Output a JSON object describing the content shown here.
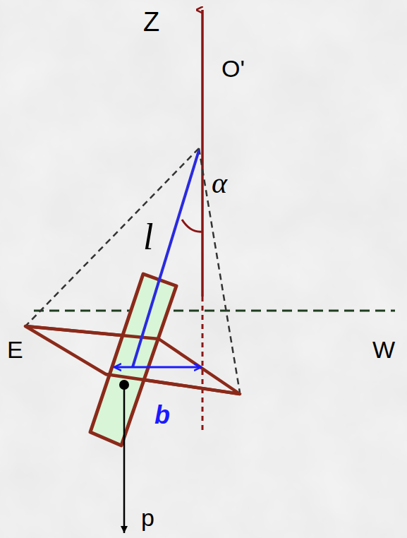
{
  "diagram": {
    "labels": [
      "Z",
      "O'",
      "α",
      "l",
      "E",
      "W",
      "b",
      "p"
    ]
  }
}
